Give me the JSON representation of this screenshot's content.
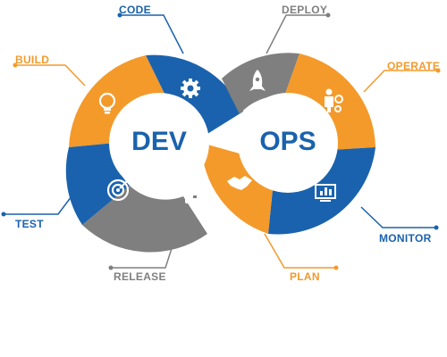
{
  "diagram": {
    "hubs": {
      "left": "DEV",
      "right": "OPS"
    },
    "stages": [
      {
        "key": "code",
        "label": "CODE",
        "color": "#1a62ad",
        "icon": "gear-icon"
      },
      {
        "key": "deploy",
        "label": "DEPLOY",
        "color": "#7f7f7f",
        "icon": "rocket-icon"
      },
      {
        "key": "build",
        "label": "BUILD",
        "color": "#f39a2b",
        "icon": "lightbulb-icon"
      },
      {
        "key": "operate",
        "label": "OPERATE",
        "color": "#f39a2b",
        "icon": "person-gears-icon"
      },
      {
        "key": "test",
        "label": "TEST",
        "color": "#1a62ad",
        "icon": "target-icon"
      },
      {
        "key": "monitor",
        "label": "MONITOR",
        "color": "#1a62ad",
        "icon": "monitor-chart-icon"
      },
      {
        "key": "release",
        "label": "RELEASE",
        "color": "#7f7f7f",
        "icon": "briefcase-icon"
      },
      {
        "key": "plan",
        "label": "PLAN",
        "color": "#f39a2b",
        "icon": "handshake-icon"
      }
    ],
    "colors": {
      "blue": "#1a62ad",
      "orange": "#f39a2b",
      "gray": "#7f7f7f"
    }
  }
}
